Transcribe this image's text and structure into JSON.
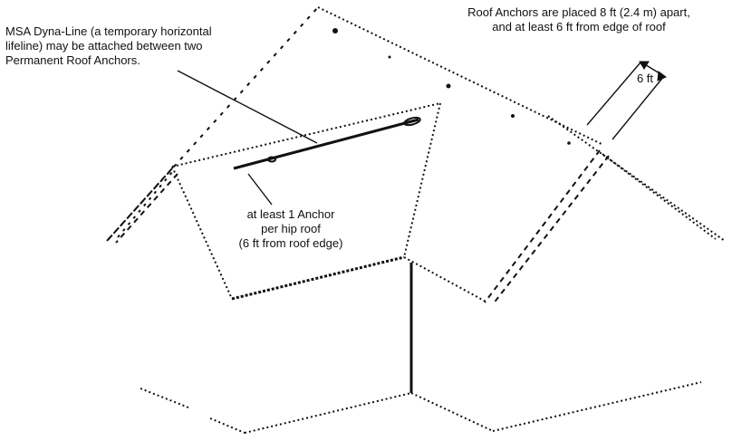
{
  "diagram": {
    "labels": {
      "dyna_line": [
        "MSA Dyna-Line (a temporary horizontal",
        "lifeline) may be attached between two",
        "Permanent Roof Anchors."
      ],
      "anchor_spacing": [
        "Roof Anchors are placed 8 ft (2.4 m) apart,",
        "and at least 6 ft from edge of roof"
      ],
      "hip_anchor": [
        "at least 1 Anchor",
        "per hip roof",
        "(6 ft from roof edge)"
      ],
      "edge_distance": "6 ft"
    },
    "colors": {
      "ink": "#111111",
      "background": "#ffffff"
    }
  }
}
